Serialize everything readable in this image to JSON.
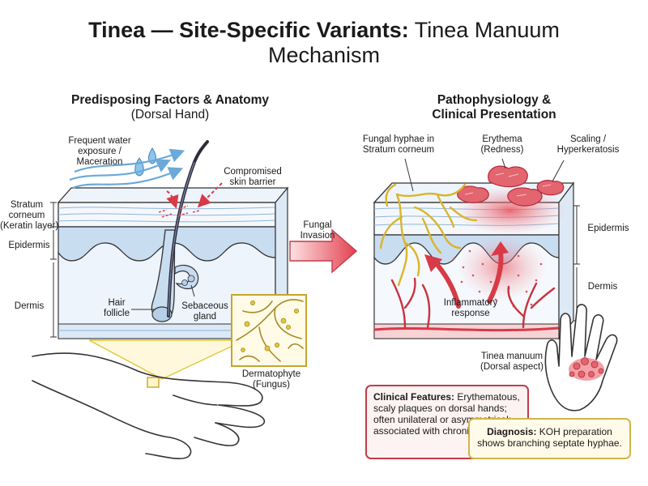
{
  "title": {
    "bold": "Tinea — Site-Specific Variants:",
    "rest": " Tinea Manuum",
    "line2": "Mechanism"
  },
  "left": {
    "heading": "Predisposing Factors & Anatomy",
    "subheading": "(Dorsal Hand)",
    "labels": {
      "water": [
        "Frequent water",
        "exposure /",
        "Maceration"
      ],
      "barrier": [
        "Compromised",
        "skin barrier"
      ],
      "stratum": [
        "Stratum",
        "corneum",
        "(Keratin layer)"
      ],
      "epidermis": "Epidermis",
      "dermis": "Dermis",
      "hair": [
        "Hair",
        "follicle"
      ],
      "sebaceous": [
        "Sebaceous",
        "gland"
      ],
      "fungus": [
        "Dermatophyte",
        "(Fungus)"
      ]
    }
  },
  "center": {
    "arrow": [
      "Fungal",
      "Invasion"
    ]
  },
  "right": {
    "heading": [
      "Pathophysiology &",
      "Clinical Presentation"
    ],
    "labels": {
      "hyphae": [
        "Fungal hyphae in",
        "Stratum corneum"
      ],
      "erythema": [
        "Erythema",
        "(Redness)"
      ],
      "scaling": [
        "Scaling /",
        "Hyperkeratosis"
      ],
      "epidermis": "Epidermis",
      "dermis": "Dermis",
      "inflammatory": [
        "Inflammatory",
        "response"
      ],
      "tinea": [
        "Tinea manuum",
        "(Dorsal aspect)"
      ]
    }
  },
  "clinical": {
    "label": "Clinical Features:",
    "text": " Erythematous, scaly plaques on dorsal hands; often unilateral or asymmetrical; associated with chronic wet work."
  },
  "diagnosis": {
    "label": "Diagnosis:",
    "text": " KOH preparation shows branching septate hyphae."
  },
  "colors": {
    "red": "#d83a47",
    "yellow": "#e3c53a",
    "blue": "#6aa9d8",
    "pink": "#f3a9ae"
  }
}
